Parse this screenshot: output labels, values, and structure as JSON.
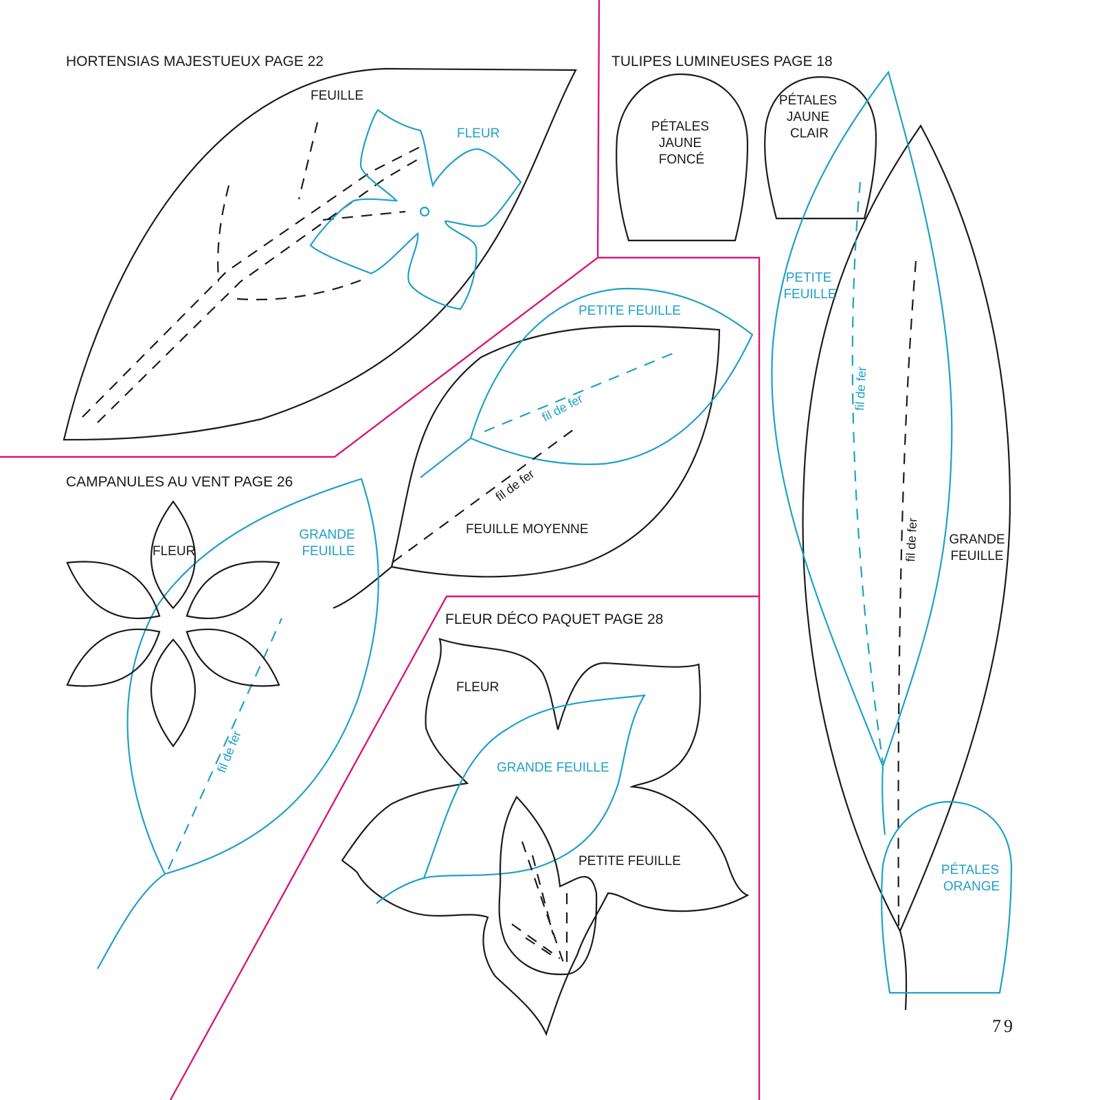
{
  "colors": {
    "outline": "#1a1a1a",
    "accent": "#1ea0c8",
    "divider": "#d6177a"
  },
  "sections": {
    "hortensias": {
      "title": "HORTENSIAS MAJESTUEUX PAGE 22",
      "feuille": "FEUILLE",
      "fleur": "FLEUR"
    },
    "tulipes": {
      "title": "TULIPES LUMINEUSES PAGE 18",
      "petales_fonce": [
        "PÉTALES",
        "JAUNE",
        "FONCÉ"
      ],
      "petales_clair": [
        "PÉTALES",
        "JAUNE",
        "CLAIR"
      ],
      "petite_feuille": [
        "PETITE",
        "FEUILLE"
      ],
      "grande_feuille": [
        "GRANDE",
        "FEUILLE"
      ],
      "petales_orange": [
        "PÉTALES",
        "ORANGE"
      ],
      "wire_cyan": "fil de fer",
      "wire_black": "fil de fer"
    },
    "middle": {
      "petite_feuille": "PETITE FEUILLE",
      "feuille_moyenne": "FEUILLE MOYENNE",
      "wire_cyan": "fil de fer",
      "wire_black": "fil de fer"
    },
    "campanules": {
      "title": "CAMPANULES AU VENT PAGE 26",
      "fleur": "FLEUR",
      "grande_feuille": [
        "GRANDE",
        "FEUILLE"
      ],
      "wire": "fil de fer"
    },
    "fleur_deco": {
      "title": "FLEUR DÉCO PAQUET PAGE 28",
      "fleur": "FLEUR",
      "grande_feuille": "GRANDE FEUILLE",
      "petite_feuille": "PETITE FEUILLE"
    }
  },
  "page_number": "79"
}
